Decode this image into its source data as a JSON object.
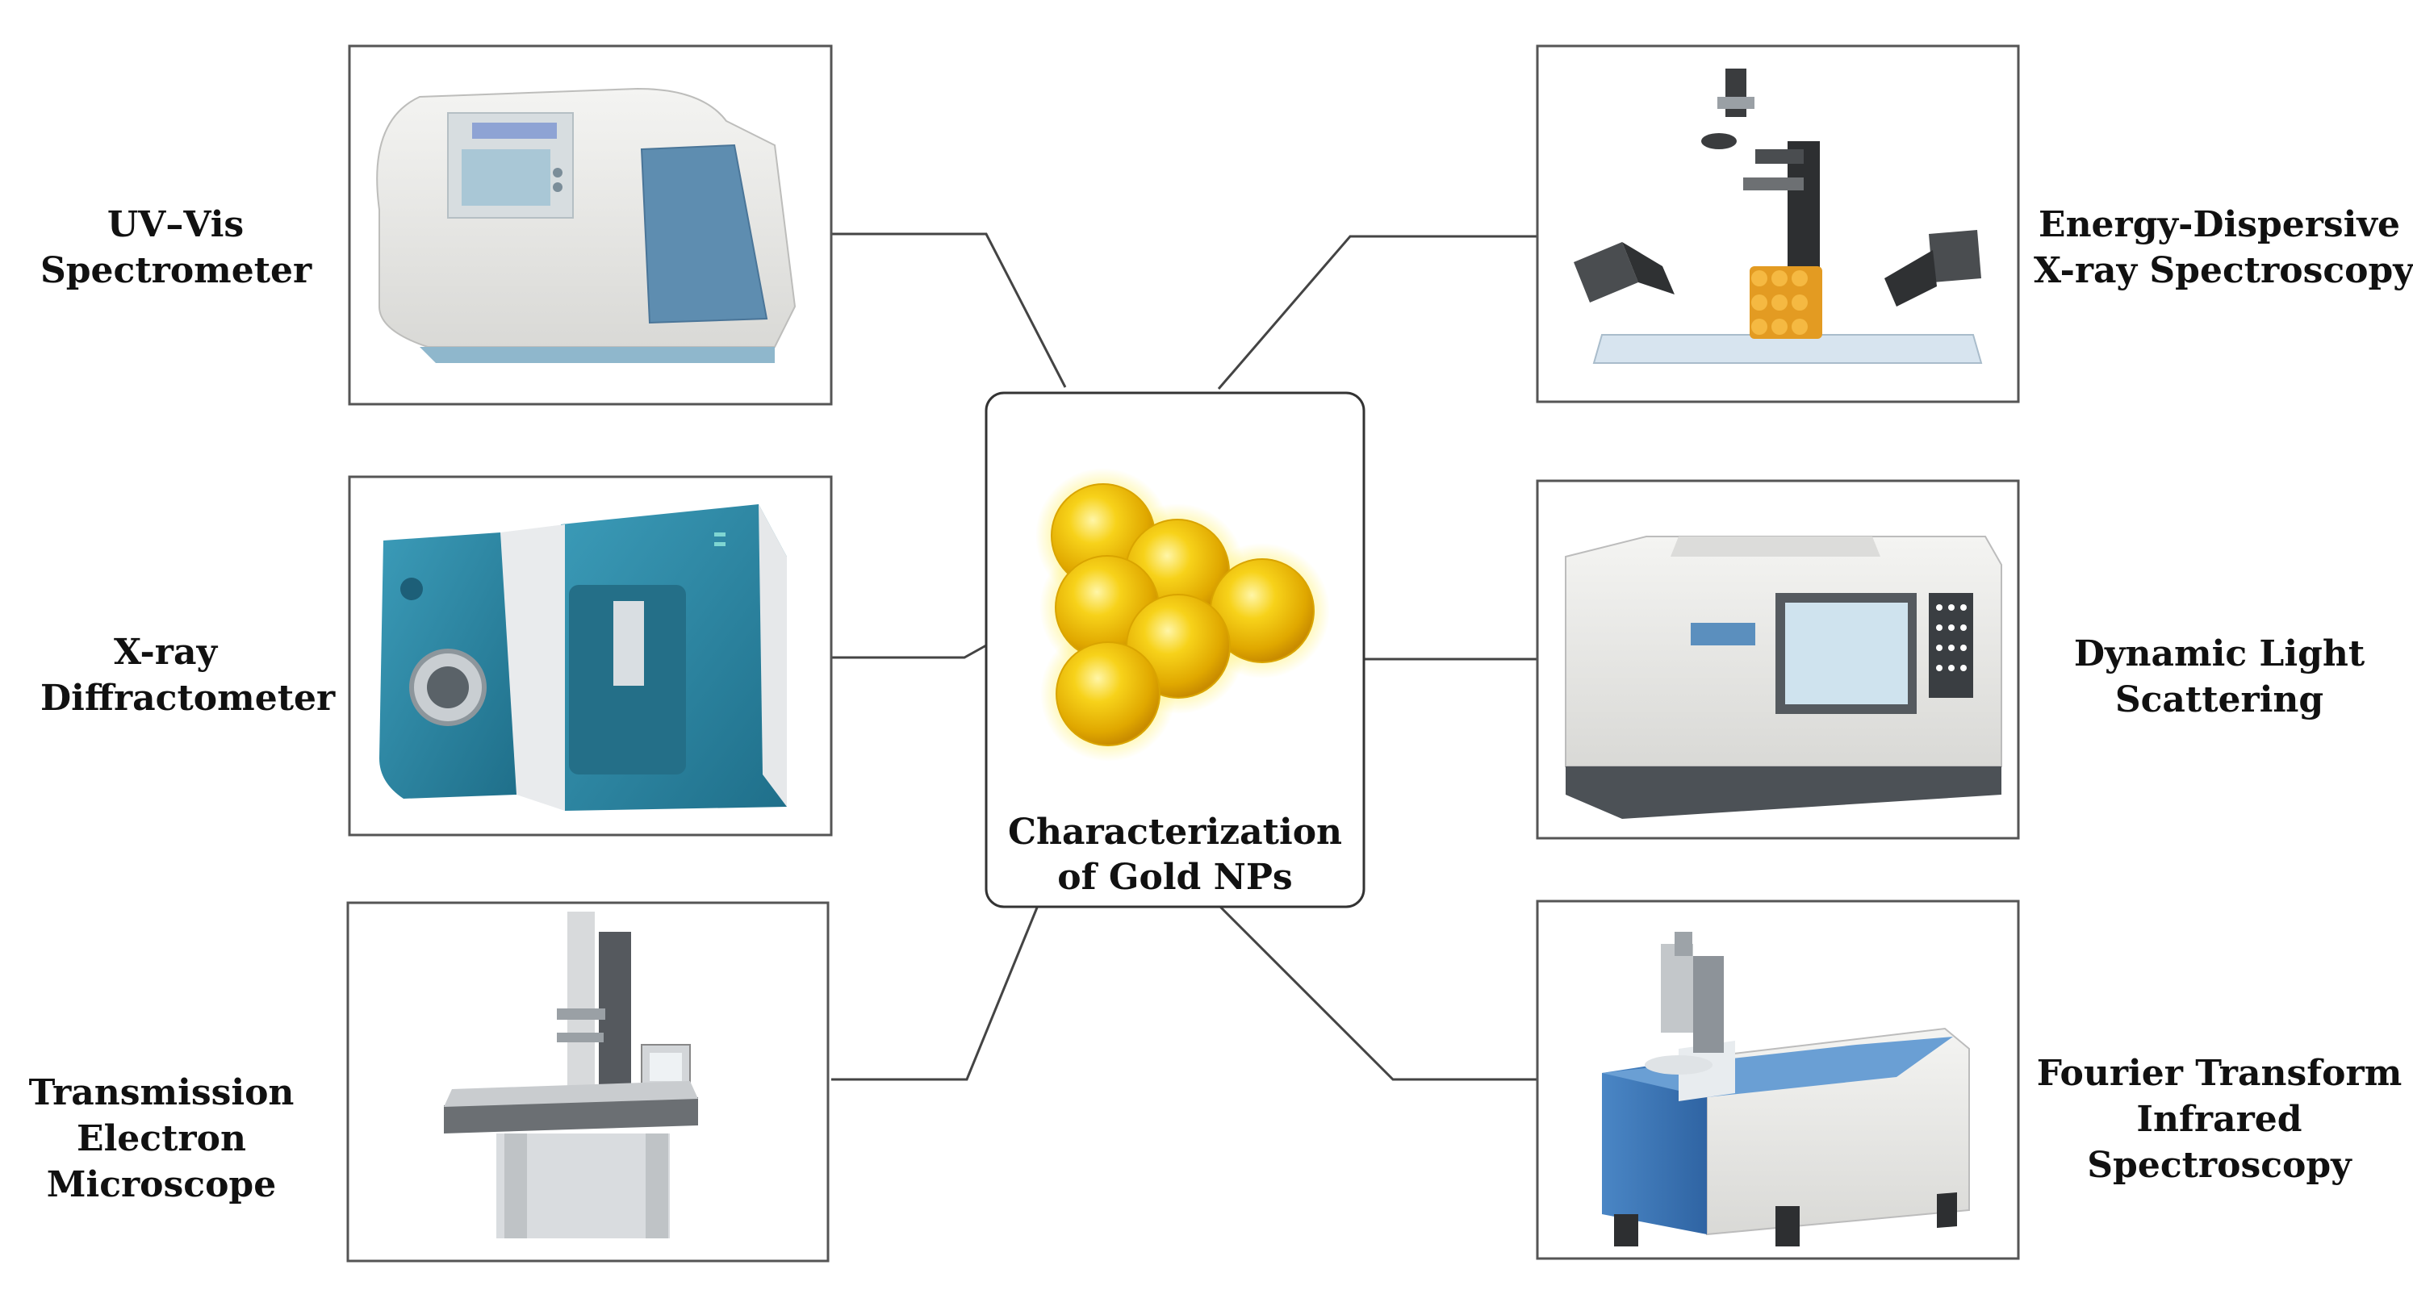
{
  "center": {
    "title_line1": "Characterization",
    "title_line2": "of Gold NPs"
  },
  "techniques": {
    "uv_vis": {
      "line1": "UV–Vis",
      "line2": "Spectrometer",
      "icon": "uv-vis-spectrometer-icon"
    },
    "xrd": {
      "line1": "X-ray",
      "line2": "Diffractometer",
      "icon": "x-ray-diffractometer-icon"
    },
    "tem": {
      "line1": "Transmission",
      "line2": "Electron",
      "line3": "Microscope",
      "icon": "transmission-electron-microscope-icon"
    },
    "edx": {
      "line1": "Energy-Dispersive",
      "line2": "X-ray Spectroscopy",
      "icon": "edx-instrument-icon"
    },
    "dls": {
      "line1": "Dynamic Light",
      "line2": "Scattering",
      "icon": "dls-instrument-icon"
    },
    "ftir": {
      "line1": "Fourier Transform",
      "line2": "Infrared",
      "line3": "Spectroscopy",
      "icon": "ftir-spectrometer-icon"
    }
  },
  "colors": {
    "gold": "#f2c200",
    "teal": "#2a8aa6",
    "frame": "#555555",
    "connector": "#444444"
  }
}
